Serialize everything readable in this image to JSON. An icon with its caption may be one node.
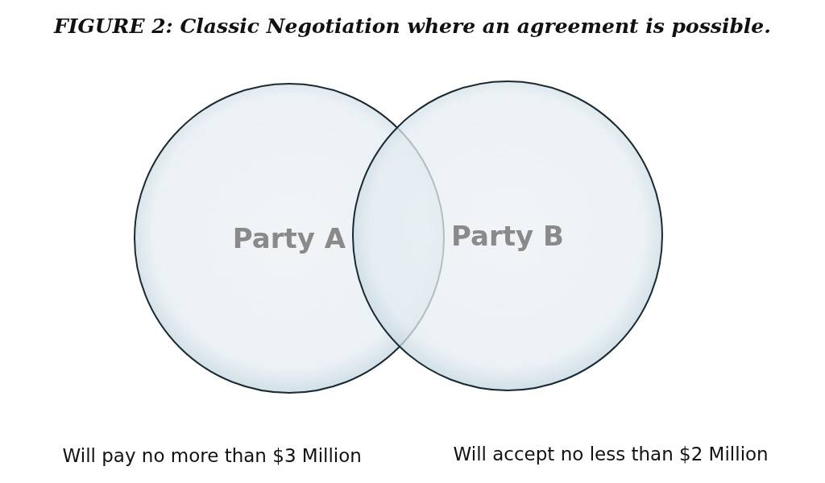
{
  "diagram": {
    "title": "FIGURE 2: Classic Negotiation where an agreement is possible.",
    "nodes": [
      {
        "text": [
          "Party A"
        ]
      },
      {
        "text": [
          "Party B"
        ]
      }
    ],
    "labels": [
      "Will pay no more than $3 Million",
      "Will accept no less than $2 Million"
    ]
  }
}
